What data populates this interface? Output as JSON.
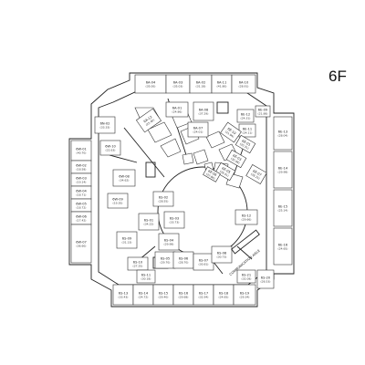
{
  "floor": "6F",
  "corridor_label": "COMMUNICATION AISLE",
  "units": [
    {
      "id": "u-6a-04",
      "code": "6A-04",
      "area": "(35.00)"
    },
    {
      "id": "u-6a-03",
      "code": "6A-03",
      "area": "(35.03)"
    },
    {
      "id": "u-6a-02",
      "code": "6A-02",
      "area": "(31.18)"
    },
    {
      "id": "u-6a-11",
      "code": "6A-11",
      "area": "(41.80)"
    },
    {
      "id": "u-6a-10",
      "code": "6A-10",
      "area": "(28.91)"
    },
    {
      "id": "u-6a-08",
      "code": "6A-08",
      "area": "(37.29)"
    },
    {
      "id": "u-6a-07",
      "code": "6A-07",
      "area": "(24.01)"
    },
    {
      "id": "u-6a-01",
      "code": "6A-01",
      "area": "(24.86)"
    },
    {
      "id": "u-6a-12",
      "code": "6A-12",
      "area": "(25.40)"
    },
    {
      "id": "u-6n-02",
      "code": "6N-02",
      "area": "(33.33)"
    },
    {
      "id": "u-6e-12",
      "code": "6E-12",
      "area": "(24.31)"
    },
    {
      "id": "u-6e-11",
      "code": "6E-11",
      "area": "(24.11)"
    },
    {
      "id": "u-6e-10",
      "code": "6E-10",
      "area": "(21.94)"
    },
    {
      "id": "u-6e-09",
      "code": "6E-09",
      "area": "(21.88)"
    },
    {
      "id": "u-6e-13",
      "code": "6E-13",
      "area": "(28.04)"
    },
    {
      "id": "u-6e-14",
      "code": "6E-14",
      "area": "(29.98)"
    },
    {
      "id": "u-6e-15",
      "code": "6E-15",
      "area": "(25.14)"
    },
    {
      "id": "u-6e-16",
      "code": "6E-16",
      "area": "(24.65)"
    },
    {
      "id": "u-6e-01",
      "code": "6E-01",
      "area": "(20.31)"
    },
    {
      "id": "u-6e-03",
      "code": "6E-03",
      "area": "(30.48)"
    },
    {
      "id": "u-6e-05",
      "code": "6E-05",
      "area": "(28.41)"
    },
    {
      "id": "u-6e-06",
      "code": "6E-06",
      "area": "(22.86)"
    },
    {
      "id": "u-6e-07",
      "code": "6E-07",
      "area": "(28.25)"
    },
    {
      "id": "u-6w-01",
      "code": "6W-01",
      "area": "(40.70)"
    },
    {
      "id": "u-6w-02",
      "code": "6W-02",
      "area": "(18.58)"
    },
    {
      "id": "u-6w-03",
      "code": "6W-03",
      "area": "(19.14)"
    },
    {
      "id": "u-6w-04",
      "code": "6W-04",
      "area": "(18.71)"
    },
    {
      "id": "u-6w-05",
      "code": "6W-05",
      "area": "(18.72)"
    },
    {
      "id": "u-6w-06",
      "code": "6W-06",
      "area": "(17.42)"
    },
    {
      "id": "u-6w-07",
      "code": "6W-07",
      "area": "(36.60)"
    },
    {
      "id": "u-6w-08",
      "code": "6W-08",
      "area": "(34.62)"
    },
    {
      "id": "u-6w-09",
      "code": "6W-09",
      "area": "(19.35)"
    },
    {
      "id": "u-6w-10",
      "code": "6W-10",
      "area": "(22.63)"
    },
    {
      "id": "u-6s-01",
      "code": "6S-01",
      "area": "(34.22)"
    },
    {
      "id": "u-6s-02",
      "code": "6S-02",
      "area": "(28.55)"
    },
    {
      "id": "u-6s-03",
      "code": "6S-03",
      "area": "(33.73)"
    },
    {
      "id": "u-6s-04",
      "code": "6S-04",
      "area": "(29.98)"
    },
    {
      "id": "u-6s-05",
      "code": "6S-05",
      "area": "(29.70)"
    },
    {
      "id": "u-6s-06",
      "code": "6S-06",
      "area": "(28.70)"
    },
    {
      "id": "u-6s-07",
      "code": "6S-07",
      "area": "(30.81)"
    },
    {
      "id": "u-6s-08",
      "code": "6S-08",
      "area": "(30.73)"
    },
    {
      "id": "u-6s-09",
      "code": "6S-09",
      "area": "(31.13)"
    },
    {
      "id": "u-6s-10",
      "code": "6S-10",
      "area": "(27.25)"
    },
    {
      "id": "u-6s-11",
      "code": "6S-11",
      "area": "(30.18)"
    },
    {
      "id": "u-6s-12",
      "code": "6S-12",
      "area": "(29.66)"
    },
    {
      "id": "u-6s-13",
      "code": "6S-13",
      "area": "(33.43)"
    },
    {
      "id": "u-6s-14",
      "code": "6S-14",
      "area": "(24.72)"
    },
    {
      "id": "u-6s-15",
      "code": "6S-15",
      "area": "(29.40)"
    },
    {
      "id": "u-6s-16",
      "code": "6S-16",
      "area": "(29.68)"
    },
    {
      "id": "u-6s-17",
      "code": "6S-17",
      "area": "(32.94)"
    },
    {
      "id": "u-6s-18",
      "code": "6S-18",
      "area": "(24.65)"
    },
    {
      "id": "u-6s-19",
      "code": "6S-19",
      "area": "(29.34)"
    },
    {
      "id": "u-6s-20",
      "code": "6S-20",
      "area": "(26.53)"
    },
    {
      "id": "u-6s-21",
      "code": "6S-21",
      "area": "(32.08)"
    }
  ]
}
